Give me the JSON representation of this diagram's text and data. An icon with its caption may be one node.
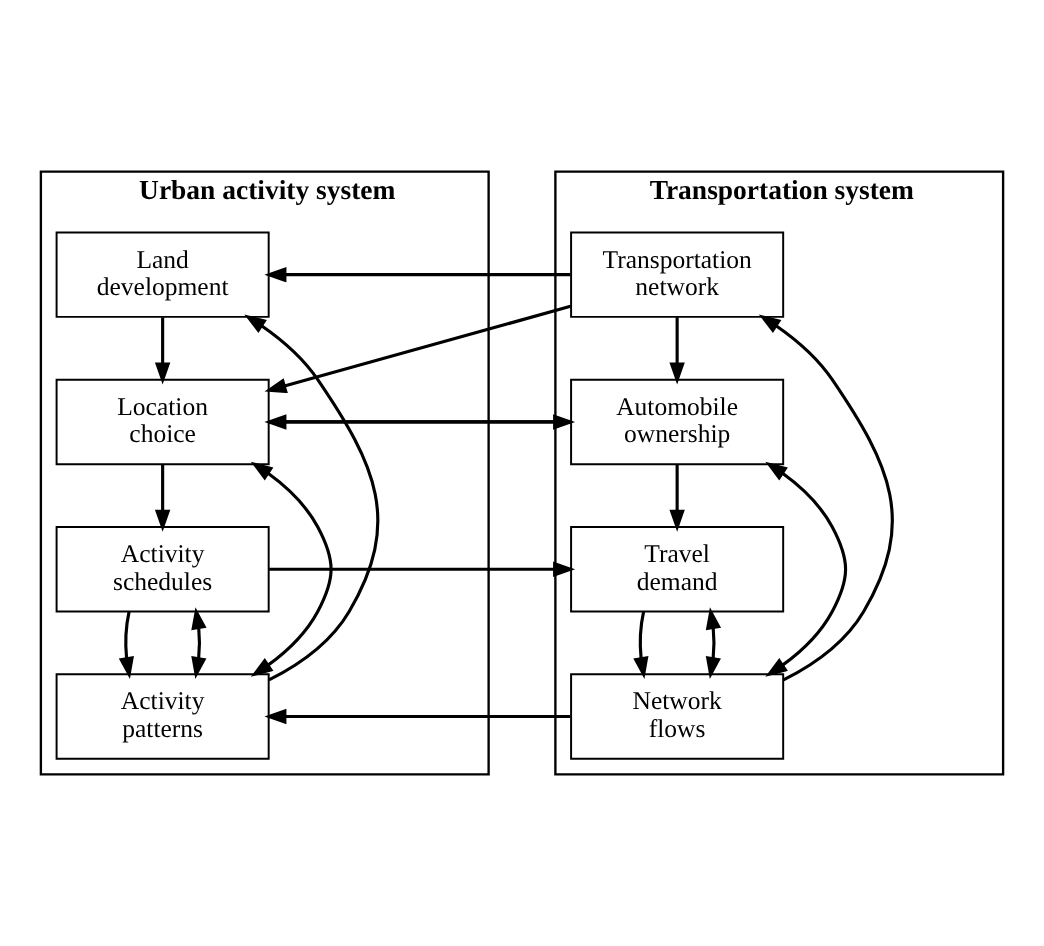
{
  "diagram": {
    "nodes": [
      {
        "text": [
          "Urban activity system"
        ]
      },
      {
        "text": [
          "Land development"
        ],
        "in": 0
      },
      {
        "text": [
          "Location choice"
        ],
        "in": 0
      },
      {
        "text": [
          "Activity schedules"
        ],
        "in": 0
      },
      {
        "text": [
          "Activity patterns"
        ],
        "in": 0
      },
      {
        "text": [
          "Transportation system"
        ]
      },
      {
        "text": [
          "Transportation network"
        ],
        "in": 5
      },
      {
        "text": [
          "Automobile ownership"
        ],
        "in": 5
      },
      {
        "text": [
          "Travel demand"
        ],
        "in": 5
      },
      {
        "text": [
          "Network flows"
        ],
        "in": 5
      }
    ],
    "edges": [
      {
        "from": 6,
        "to": 1,
        "arrow": "to"
      },
      {
        "from": 1,
        "to": 2,
        "arrow": "to"
      },
      {
        "from": 2,
        "to": 3,
        "arrow": "to"
      },
      {
        "from": 3,
        "to": 4,
        "arrow": "to"
      },
      {
        "from": 4,
        "to": 1,
        "arrow": "to"
      },
      {
        "from": 4,
        "to": 2,
        "arrow": "both"
      },
      {
        "from": 4,
        "to": 3,
        "arrow": "both"
      },
      {
        "from": 6,
        "to": 2,
        "arrow": "to"
      },
      {
        "from": 7,
        "to": 2,
        "arrow": "to"
      },
      {
        "from": 2,
        "to": 7,
        "arrow": "to"
      },
      {
        "from": 6,
        "to": 7,
        "arrow": "to"
      },
      {
        "from": 7,
        "to": 8,
        "arrow": "to"
      },
      {
        "from": 3,
        "to": 8,
        "arrow": "to"
      },
      {
        "from": 8,
        "to": 9,
        "arrow": "to"
      },
      {
        "from": 9,
        "to": 4,
        "arrow": "to"
      },
      {
        "from": 9,
        "to": 6,
        "arrow": "to"
      },
      {
        "from": 9,
        "to": 7,
        "arrow": "both"
      },
      {
        "from": 9,
        "to": 8,
        "arrow": "both"
      }
    ]
  }
}
